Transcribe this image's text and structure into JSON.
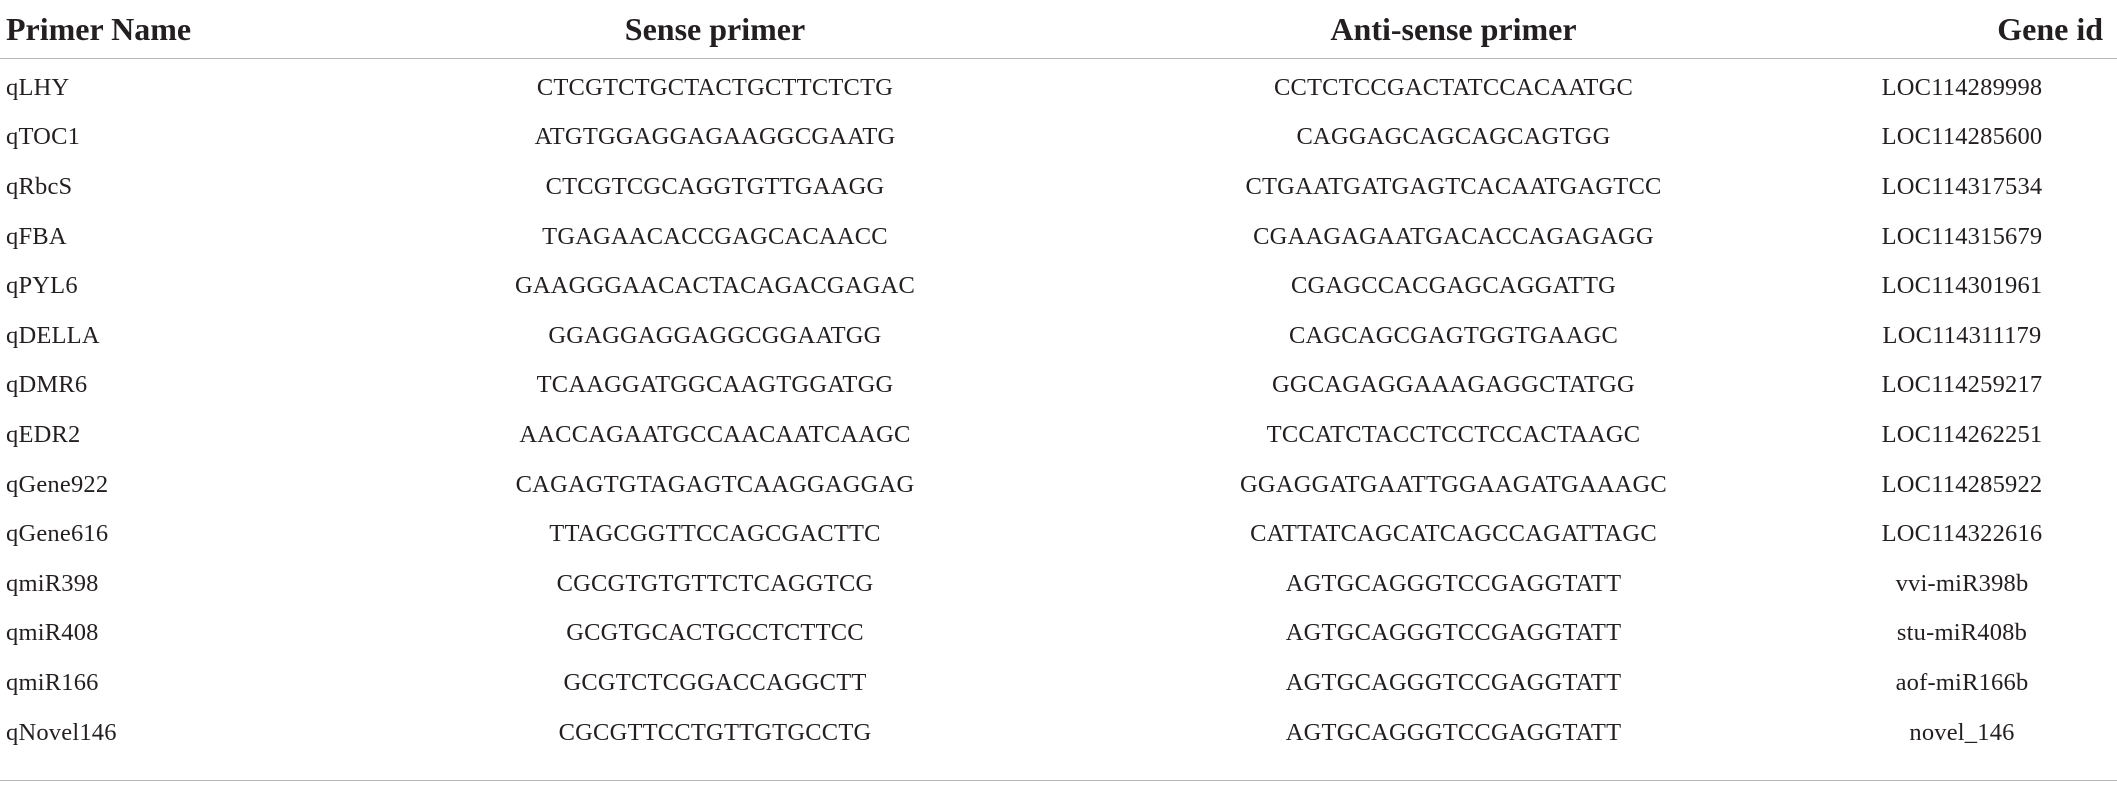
{
  "table": {
    "headers": {
      "primer_name": "Primer Name",
      "sense": "Sense primer",
      "antisense": "Anti-sense primer",
      "gene_id": "Gene id"
    },
    "rows": [
      {
        "name": "qLHY",
        "sense": "CTCGTCTGCTACTGCTTCTCTG",
        "antisense": "CCTCTCCGACTATCCACAATGC",
        "gene": "LOC114289998"
      },
      {
        "name": "qTOC1",
        "sense": "ATGTGGAGGAGAAGGCGAATG",
        "antisense": "CAGGAGCAGCAGCAGTGG",
        "gene": "LOC114285600"
      },
      {
        "name": "qRbcS",
        "sense": "CTCGTCGCAGGTGTTGAAGG",
        "antisense": "CTGAATGATGAGTCACAATGAGTCC",
        "gene": "LOC114317534"
      },
      {
        "name": "qFBA",
        "sense": "TGAGAACACCGAGCACAACC",
        "antisense": "CGAAGAGAATGACACCAGAGAGG",
        "gene": "LOC114315679"
      },
      {
        "name": "qPYL6",
        "sense": "GAAGGGAACACTACAGACGAGAC",
        "antisense": "CGAGCCACGAGCAGGATTG",
        "gene": "LOC114301961"
      },
      {
        "name": "qDELLA",
        "sense": "GGAGGAGGAGGCGGAATGG",
        "antisense": "CAGCAGCGAGTGGTGAAGC",
        "gene": "LOC114311179"
      },
      {
        "name": "qDMR6",
        "sense": "TCAAGGATGGCAAGTGGATGG",
        "antisense": "GGCAGAGGAAAGAGGCTATGG",
        "gene": "LOC114259217"
      },
      {
        "name": "qEDR2",
        "sense": "AACCAGAATGCCAACAATCAAGC",
        "antisense": "TCCATCTACCTCCTCCACTAAGC",
        "gene": "LOC114262251"
      },
      {
        "name": "qGene922",
        "sense": "CAGAGTGTAGAGTCAAGGAGGAG",
        "antisense": "GGAGGATGAATTGGAAGATGAAAGC",
        "gene": "LOC114285922"
      },
      {
        "name": "qGene616",
        "sense": "TTAGCGGTTCCAGCGACTTC",
        "antisense": "CATTATCAGCATCAGCCAGATTAGC",
        "gene": "LOC114322616"
      },
      {
        "name": "qmiR398",
        "sense": "CGCGTGTGTTCTCAGGTCG",
        "antisense": "AGTGCAGGGTCCGAGGTATT",
        "gene": "vvi-miR398b"
      },
      {
        "name": "qmiR408",
        "sense": "GCGTGCACTGCCTCTTCC",
        "antisense": "AGTGCAGGGTCCGAGGTATT",
        "gene": "stu-miR408b"
      },
      {
        "name": "qmiR166",
        "sense": "GCGTCTCGGACCAGGCTT",
        "antisense": "AGTGCAGGGTCCGAGGTATT",
        "gene": "aof-miR166b"
      },
      {
        "name": "qNovel146",
        "sense": "CGCGTTCCTGTTGTGCCTG",
        "antisense": "AGTGCAGGGTCCGAGGTATT",
        "gene": "novel_146"
      }
    ]
  }
}
